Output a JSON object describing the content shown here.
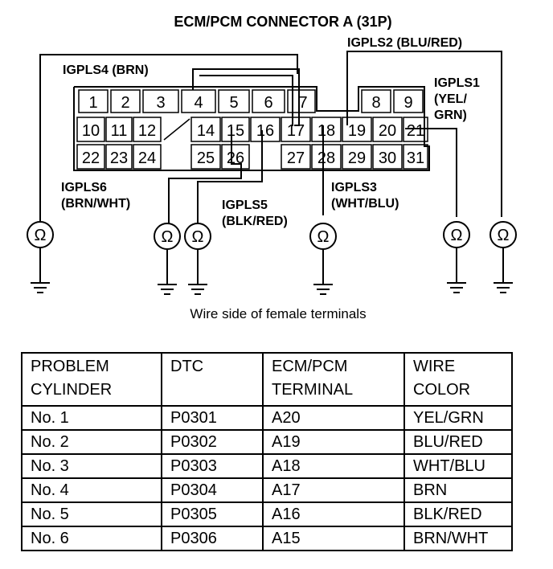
{
  "diagram": {
    "title": "ECM/PCM CONNECTOR A (31P)",
    "caption": "Wire side of female terminals",
    "ohm_symbol": "Ω",
    "labels": {
      "igpls1_line1": "IGPLS1",
      "igpls1_line2": "(YEL/",
      "igpls1_line3": "GRN)",
      "igpls2": "IGPLS2 (BLU/RED)",
      "igpls3_line1": "IGPLS3",
      "igpls3_line2": "(WHT/BLU)",
      "igpls4": "IGPLS4 (BRN)",
      "igpls5_line1": "IGPLS5",
      "igpls5_line2": "(BLK/RED)",
      "igpls6_line1": "IGPLS6",
      "igpls6_line2": "(BRN/WHT)"
    },
    "pins": {
      "row1": [
        "1",
        "2",
        "3",
        "4",
        "5",
        "6",
        "7",
        "8",
        "9"
      ],
      "row2": [
        "10",
        "11",
        "12",
        "14",
        "15",
        "16",
        "17",
        "18",
        "19",
        "20",
        "21"
      ],
      "row3": [
        "22",
        "23",
        "24",
        "25",
        "26",
        "27",
        "28",
        "29",
        "30",
        "31"
      ]
    }
  },
  "table": {
    "headers": [
      "PROBLEM CYLINDER",
      "DTC",
      "ECM/PCM TERMINAL",
      "WIRE COLOR"
    ],
    "rows": [
      [
        "No. 1",
        "P0301",
        "A20",
        "YEL/GRN"
      ],
      [
        "No. 2",
        "P0302",
        "A19",
        "BLU/RED"
      ],
      [
        "No. 3",
        "P0303",
        "A18",
        "WHT/BLU"
      ],
      [
        "No. 4",
        "P0304",
        "A17",
        "BRN"
      ],
      [
        "No. 5",
        "P0305",
        "A16",
        "BLK/RED"
      ],
      [
        "No. 6",
        "P0306",
        "A15",
        "BRN/WHT"
      ]
    ]
  }
}
